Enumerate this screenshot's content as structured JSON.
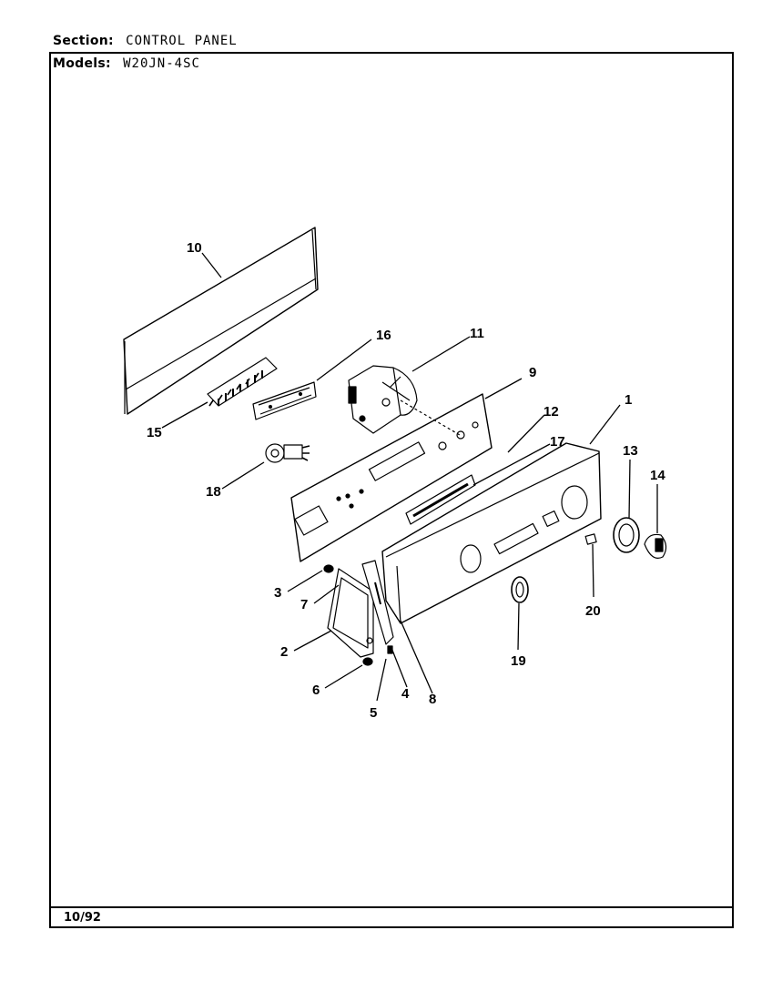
{
  "header": {
    "section_key": "Section:",
    "section_value": "CONTROL PANEL",
    "models_key": "Models:",
    "models_value": "W20JN-4SC"
  },
  "footer": {
    "date": "10/92"
  },
  "callouts": {
    "c1": "1",
    "c2": "2",
    "c3": "3",
    "c4": "4",
    "c5": "5",
    "c6": "6",
    "c7": "7",
    "c8": "8",
    "c9": "9",
    "c10": "10",
    "c11": "11",
    "c12": "12",
    "c13": "13",
    "c14": "14",
    "c15": "15",
    "c16": "16",
    "c17": "17",
    "c18": "18",
    "c19": "19",
    "c20": "20"
  }
}
